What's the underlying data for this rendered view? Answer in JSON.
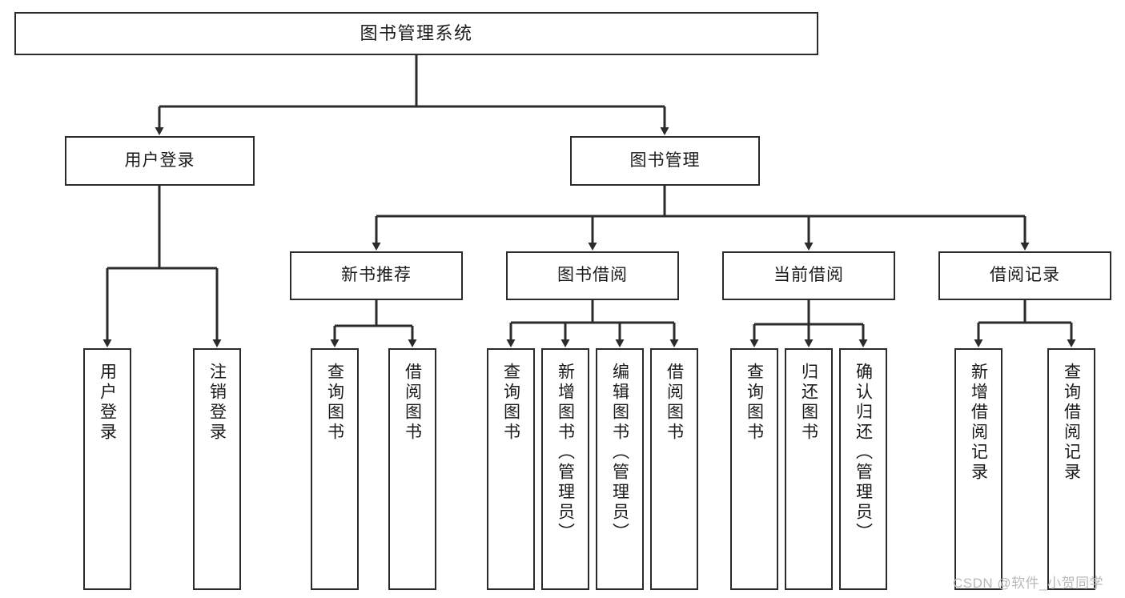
{
  "diagram": {
    "title": "图书管理系统",
    "type": "tree",
    "stroke_color": "#2b2b2b",
    "fill_color": "#ffffff",
    "text_color": "#1a1a1a"
  },
  "root": {
    "label": "图书管理系统"
  },
  "level2": [
    {
      "label": "用户登录"
    },
    {
      "label": "图书管理"
    }
  ],
  "level3": [
    {
      "label": "新书推荐"
    },
    {
      "label": "图书借阅"
    },
    {
      "label": "当前借阅"
    },
    {
      "label": "借阅记录"
    }
  ],
  "leaves": {
    "user_login": [
      {
        "label": "用户登录"
      },
      {
        "label": "注销登录"
      }
    ],
    "new_book": [
      {
        "label": "查询图书"
      },
      {
        "label": "借阅图书"
      }
    ],
    "book_borrow": [
      {
        "label": "查询图书"
      },
      {
        "label": "新增图书（管理员）"
      },
      {
        "label": "编辑图书（管理员）"
      },
      {
        "label": "借阅图书"
      }
    ],
    "current_borrow": [
      {
        "label": "查询图书"
      },
      {
        "label": "归还图书"
      },
      {
        "label": "确认归还（管理员）"
      }
    ],
    "borrow_record": [
      {
        "label": "新增借阅记录"
      },
      {
        "label": "查询借阅记录"
      }
    ]
  },
  "watermark": {
    "text": "CSDN @软件_小贺同学"
  }
}
